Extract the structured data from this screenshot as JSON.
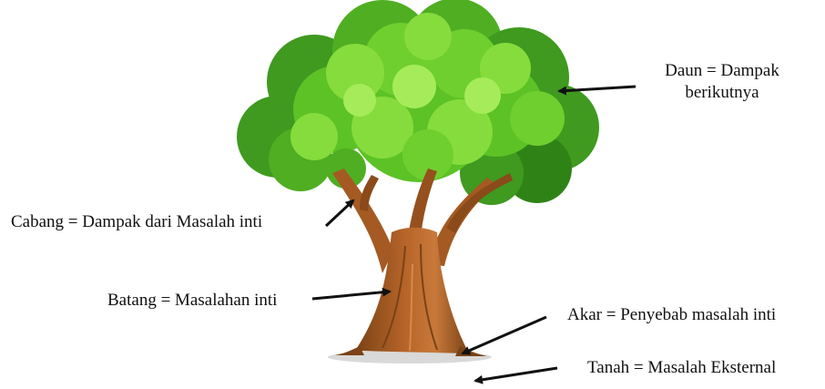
{
  "labels": {
    "daun_line1": "Daun = Dampak",
    "daun_line2": "berikutnya",
    "cabang": "Cabang = Dampak dari Masalah inti",
    "batang": "Batang = Masalahan inti",
    "akar": "Akar = Penyebab masalah inti",
    "tanah": "Tanah = Masalah Eksternal"
  },
  "colors": {
    "leaf_dark": "#3f9a1f",
    "leaf_mid": "#5cc226",
    "leaf_light": "#86dc3c",
    "leaf_highlight": "#a6ec5a",
    "trunk_dark": "#7a4316",
    "trunk_mid": "#a45a22",
    "trunk_light": "#c8793a",
    "arrow": "#111111",
    "ground_shadow": "#d9d9d9"
  }
}
